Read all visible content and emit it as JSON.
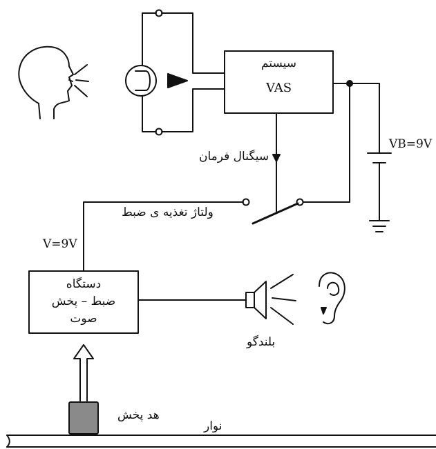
{
  "vas_box": {
    "title": "سیستم",
    "name": "VAS"
  },
  "labels": {
    "command_signal": "سیگنال فرمان",
    "record_supply_voltage": "ولتاژ تغذیه ی ضبط",
    "supply_voltage": "V=9V",
    "battery_voltage": "VB=9V",
    "speaker": "بلندگو",
    "playback_head": "هد پخش",
    "tape": "نوار"
  },
  "recorder_box": {
    "line1": "دستگاه",
    "line2": "ضبط – پخش",
    "line3": "صوت"
  },
  "colors": {
    "line": "#111111",
    "head_fill": "#8a8a8a",
    "background": "#ffffff"
  }
}
